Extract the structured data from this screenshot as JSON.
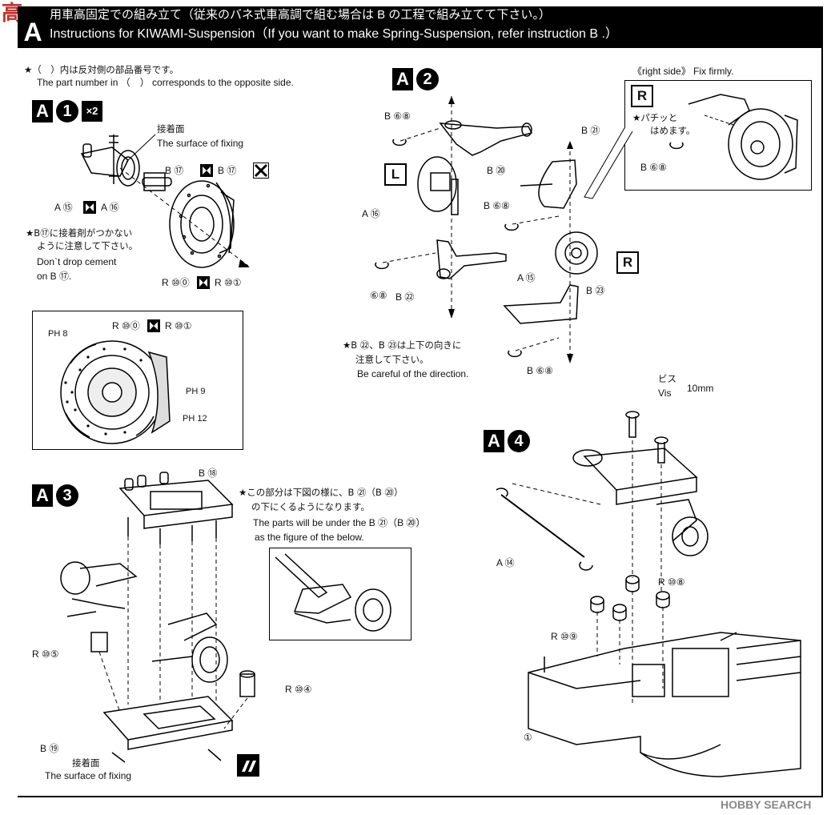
{
  "header": {
    "letter": "A",
    "title_jp": "用車高固定での組み立て（従来のバネ式車高調で組む場合は B の工程で組み立てて下さい。）",
    "title_en": "Instructions for KIWAMI-Suspension（If you want to make Spring-Suspension, refer instruction B .）"
  },
  "note": {
    "jp": "★（　）内は反対側の部品番号です。",
    "en": "The part number in （　） corresponds to the opposite side."
  },
  "step1": {
    "letter": "A",
    "number": "1",
    "times": "×2",
    "fix_jp": "接着面",
    "fix_en": "The surface of fixing",
    "parts": [
      "B ⑰",
      "B ⑰",
      "A ⑮",
      "A ⑯",
      "R ⑩⓪",
      "R ⑩①"
    ],
    "warn_jp1": "★B⑰に接着剤がつかない",
    "warn_jp2": "ように注意して下さい。",
    "warn_en1": "Don`t drop cement",
    "warn_en2": "on B ⑰.",
    "detail_parts": [
      "R ⑩⓪",
      "R ⑩①"
    ],
    "paint": [
      "PH 8",
      "PH 9",
      "PH 12"
    ]
  },
  "step2": {
    "letter": "A",
    "number": "2",
    "side_left": "L",
    "side_right": "R",
    "parts": [
      "B ⑥⑧",
      "B ⑳",
      "B ㉑",
      "A ⑯",
      "B ⑥⑧",
      "A ⑮",
      "⑥⑧",
      "B ㉒",
      "B ㉓",
      "B ⑥⑧"
    ],
    "inset_caption": "《right side》 Fix firmly.",
    "inset_label": "R",
    "inset_jp1": "★パチッと",
    "inset_jp2": "はめます。",
    "inset_part": "B ⑥⑧",
    "dir_jp1": "★B ㉒、B ㉓は上下の向きに",
    "dir_jp2": "注意して下さい。",
    "dir_en": "Be careful of the direction."
  },
  "step3": {
    "letter": "A",
    "number": "3",
    "parts": [
      "B ⑱",
      "R ⑩⑤",
      "R ⑩④",
      "B ⑲"
    ],
    "note_jp1": "★この部分は下図の様に、B ㉑（B ⑳）",
    "note_jp2": "の下にくるようになります。",
    "note_en1": "The parts will be under the B ㉑（B ⑳）",
    "note_en2": "as the figure of the below.",
    "fix_jp": "接着面",
    "fix_en": "The surface of fixing"
  },
  "step4": {
    "letter": "A",
    "number": "4",
    "screw_jp": "ビス",
    "screw_en": "Vis",
    "screw_size": "10mm",
    "parts": [
      "A ⑭",
      "R ⑩⑧",
      "R ⑩⑨",
      "①"
    ]
  },
  "watermark": {
    "left": "高",
    "right": "HOBBY SEARCH"
  },
  "colors": {
    "ink": "#000000",
    "paper": "#ffffff",
    "watermark": "#c6302b"
  }
}
